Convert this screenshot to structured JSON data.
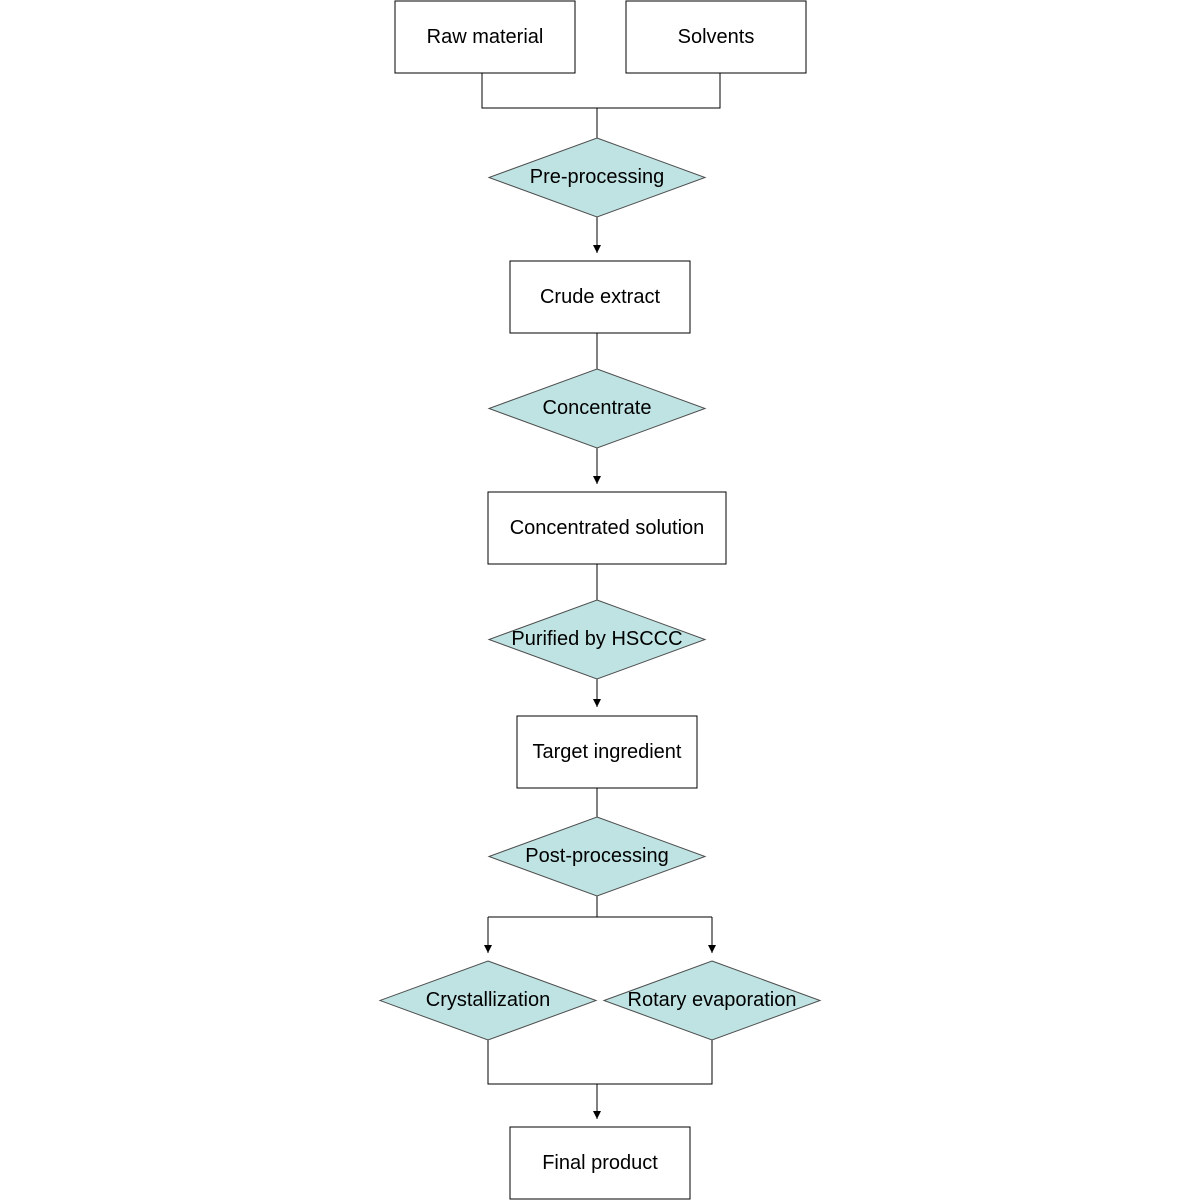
{
  "diagram": {
    "nodes": {
      "raw_material": "Raw material",
      "solvents": "Solvents",
      "pre_processing": "Pre-processing",
      "crude_extract": "Crude extract",
      "concentrate": "Concentrate",
      "concentrated_solution": "Concentrated solution",
      "purified_by_hsccc": "Purified by HSCCC",
      "target_ingredient": "Target ingredient",
      "post_processing": "Post-processing",
      "crystallization": "Crystallization",
      "rotary_evaporation": "Rotary evaporation",
      "final_product": "Final product"
    },
    "colors": {
      "decision_fill": "#bfe3e3",
      "decision_stroke": "#4d4d4d",
      "box_stroke": "#000000",
      "background": "#ffffff"
    }
  }
}
